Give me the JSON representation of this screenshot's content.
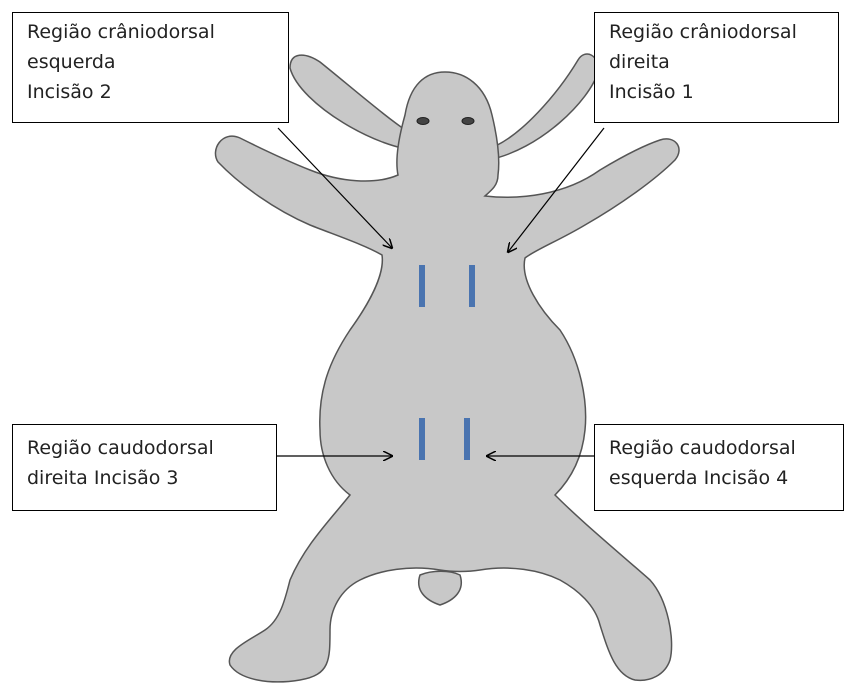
{
  "labels": {
    "cranio_left": {
      "line1": "Região crâniodorsal",
      "line2": "esquerda",
      "line3": "Incisão 2"
    },
    "cranio_right": {
      "line1": "Região crâniodorsal",
      "line2": "direita",
      "line3": "Incisão 1"
    },
    "caudo_left": {
      "line1": "Região caudodorsal",
      "line2": "direita Incisão 3"
    },
    "caudo_right": {
      "line1": "Região caudodorsal",
      "line2": "esquerda Incisão 4"
    }
  },
  "colors": {
    "body_fill": "#c8c8c8",
    "body_outline": "#555555",
    "incision": "#4a74b0",
    "arrow": "#000000"
  }
}
